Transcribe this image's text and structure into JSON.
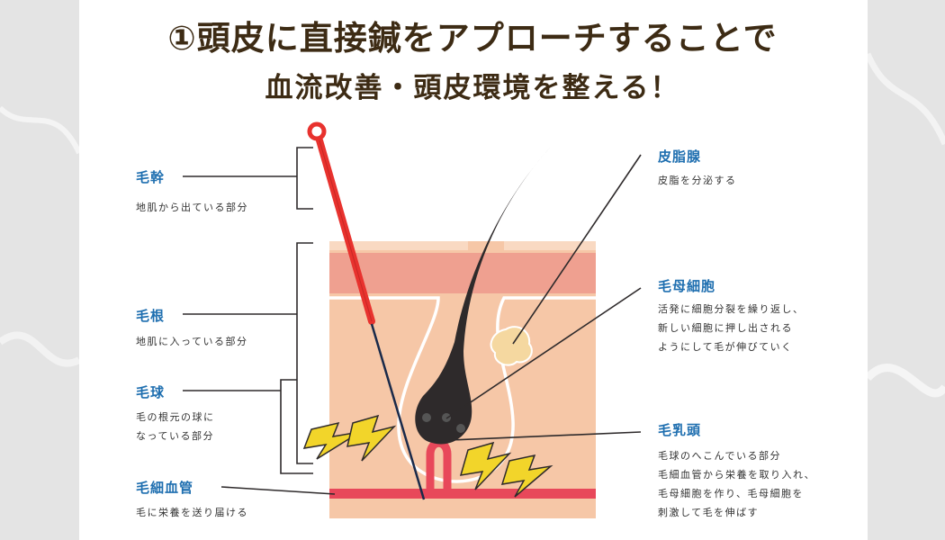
{
  "title": {
    "line1": "①頭皮に直接鍼をアプローチすることで",
    "line2": "血流改善・頭皮環境を整える！"
  },
  "labels": {
    "hair_shaft": {
      "name": "毛幹",
      "desc": [
        "地肌から出ている部分"
      ]
    },
    "hair_root": {
      "name": "毛根",
      "desc": [
        "地肌に入っている部分"
      ]
    },
    "hair_bulb": {
      "name": "毛球",
      "desc": [
        "毛の根元の球に",
        "なっている部分"
      ]
    },
    "capillary": {
      "name": "毛細血管",
      "desc": [
        "毛に栄養を送り届ける"
      ]
    },
    "sebaceous_gland": {
      "name": "皮脂腺",
      "desc": [
        "皮脂を分泌する"
      ]
    },
    "matrix_cell": {
      "name": "毛母細胞",
      "desc": [
        "活発に細胞分裂を繰り返し、",
        "新しい細胞に押し出される",
        "ようにして毛が伸びていく"
      ]
    },
    "dermal_papilla": {
      "name": "毛乳頭",
      "desc": [
        "毛球のへこんでいる部分",
        "毛細血管から栄養を取り入れ、",
        "毛母細胞を作り、毛母細胞を",
        "刺激して毛を伸ばす"
      ]
    }
  },
  "colors": {
    "title": "#3d2b14",
    "label": "#1f6fb0",
    "skin_light": "#f6c7a7",
    "skin_mid": "#efa090",
    "needle": "#e8322e",
    "hair": "#2e2a2b",
    "bolt": "#f2d52a",
    "vessel": "#e8485a"
  }
}
